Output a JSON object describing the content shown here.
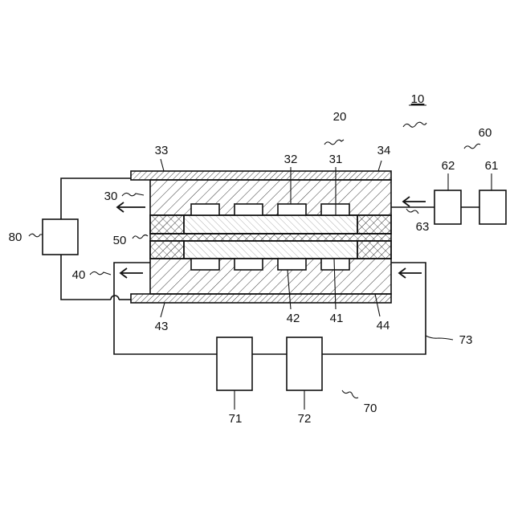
{
  "labels": {
    "system": "10",
    "cell_stack": "20",
    "anode_side": "30",
    "anode_plate_outer": "31",
    "anode_channel": "32",
    "anode_current_collector": "33",
    "anode_gasket": "34",
    "cathode_side": "40",
    "cathode_plate_outer": "41",
    "cathode_channel": "42",
    "cathode_current_collector": "43",
    "cathode_gasket": "44",
    "membrane": "50",
    "fuel_supply_group": "60",
    "fuel_tank": "61",
    "fuel_regulator": "62",
    "fuel_pipe": "63",
    "oxidant_loop_group": "70",
    "oxidant_device_a": "71",
    "oxidant_device_b": "72",
    "oxidant_pipe": "73",
    "load": "80"
  }
}
